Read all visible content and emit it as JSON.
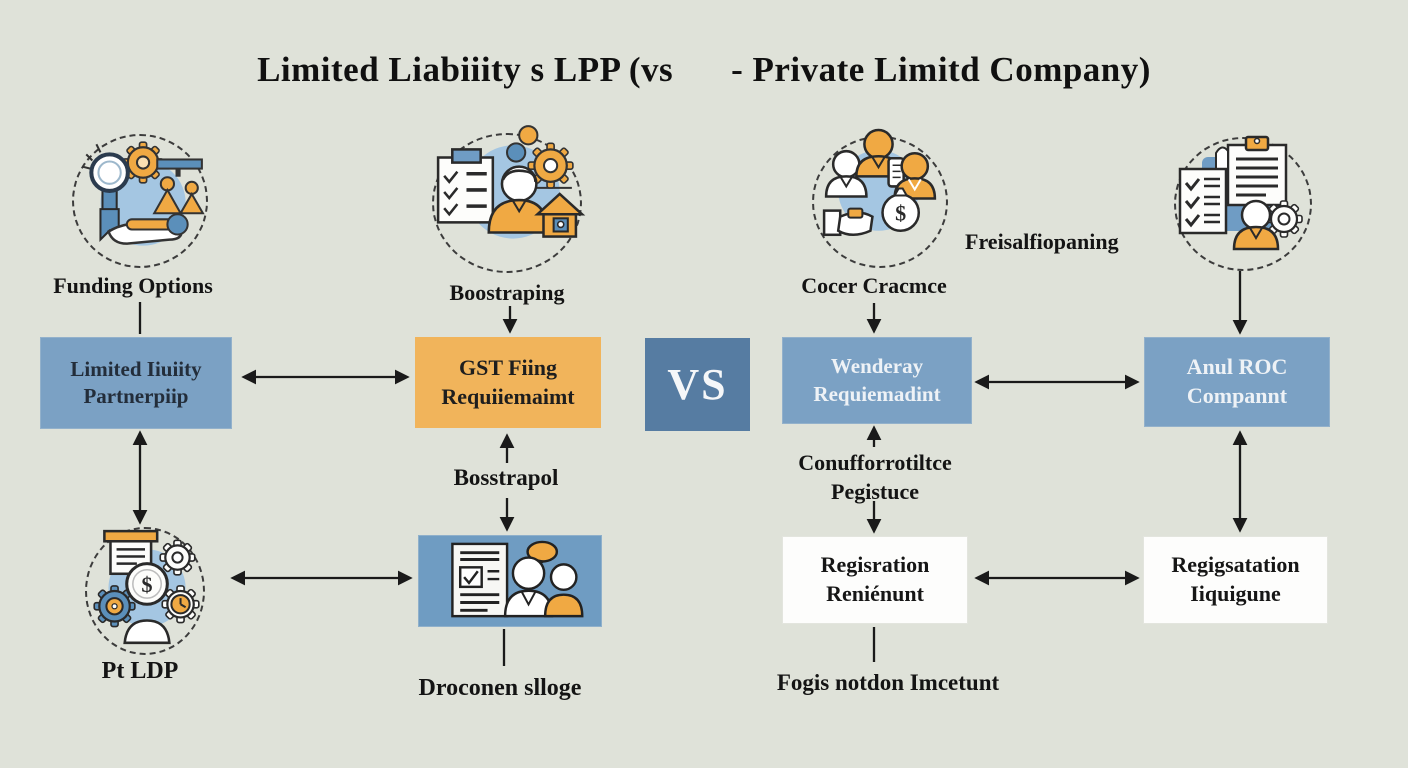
{
  "title": {
    "part1": "Limited Liabiiity s LPP (vs",
    "part2": "- Private Limitd Company)"
  },
  "vs_box": {
    "label": "VS"
  },
  "llp_column": {
    "funding_label": "Funding Options",
    "llp_box_label": "Limited Iiuiity\nPartnerpiip",
    "ptldp_label": "Pt LDP"
  },
  "gst_column": {
    "boostraping_label": "Boostraping",
    "gst_box_label": "GST Fiing\nRequiiemaimt",
    "bosstrapol_label": "Bosstrapol",
    "droconen_label": "Droconen slloge"
  },
  "compliance_column": {
    "cocer_label": "Cocer Cracmce",
    "freisalfiopaning_label": "Freisalfiopaning",
    "wenderay_box_label": "Wenderay\nRequiemadint",
    "conufforrotiltce_label": "Conufforrotiltce\nPegistuce",
    "regisration_box_label": "Regisration\nReniénunt",
    "fogis_label": "Fogis notdon Imcetunt"
  },
  "roc_column": {
    "anul_roc_box_label": "Anul ROC\nCompannt",
    "regigsatation_box_label": "Regigsatation\nIiquigune"
  },
  "icons": {
    "funding": "magnifier-gear-people-balance-hand-icon",
    "boostraping": "clipboard-person-gear-house-icon",
    "cocer": "people-moneybag-hand-icon",
    "roc": "clipboard-checklist-person-gear-icon",
    "ptldp": "document-gears-coin-icon",
    "docpeople": "document-checkbox-people-chat-icon"
  },
  "colors": {
    "background": "#dfe2d9",
    "box_blue": "#7ba1c4",
    "vs_blue": "#567ca2",
    "box_orange": "#f1b45b",
    "box_white": "#fdfdfc",
    "icon_box_blue": "#6f9cc2",
    "icon_orange": "#f0a943",
    "icon_blue": "#5b8fba",
    "icon_light_blue": "#a4c6e2",
    "text_dark": "#141414",
    "text_navy": "#232d3a",
    "text_white": "#eef2f6",
    "arrow": "#1a1a1a"
  }
}
